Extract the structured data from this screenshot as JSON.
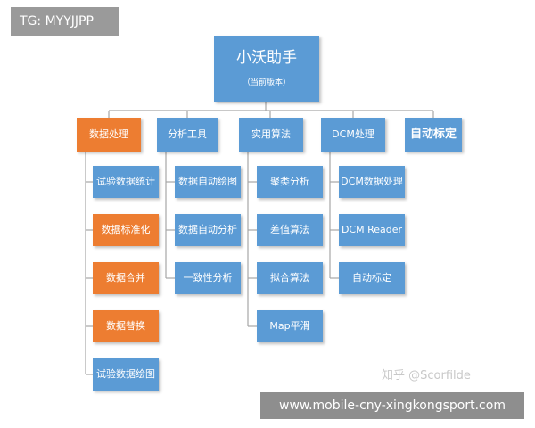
{
  "watermark_tag": "TG: MYYJJPP",
  "root": {
    "title": "小沃助手",
    "subtitle": "（当前版本）"
  },
  "branches": [
    {
      "label": "数据处理",
      "children": [
        "试验数据统计",
        "数据标准化",
        "数据合并",
        "数据替换",
        "试验数据绘图"
      ]
    },
    {
      "label": "分析工具",
      "children": [
        "数据自动绘图",
        "数据自动分析",
        "一致性分析"
      ]
    },
    {
      "label": "实用算法",
      "children": [
        "聚类分析",
        "差值算法",
        "拟合算法",
        "Map平滑"
      ]
    },
    {
      "label": "DCM处理",
      "children": [
        "DCM数据处理",
        "DCM Reader",
        "自动标定"
      ]
    },
    {
      "label": "自动标定",
      "children": []
    }
  ],
  "zhihu_watermark": "知乎 @Scorfilde",
  "url_banner": "www.mobile-cny-xingkongsport.com",
  "colors": {
    "blue": "#5b9bd5",
    "orange": "#ed7d31",
    "line": "#a6a6a6"
  }
}
